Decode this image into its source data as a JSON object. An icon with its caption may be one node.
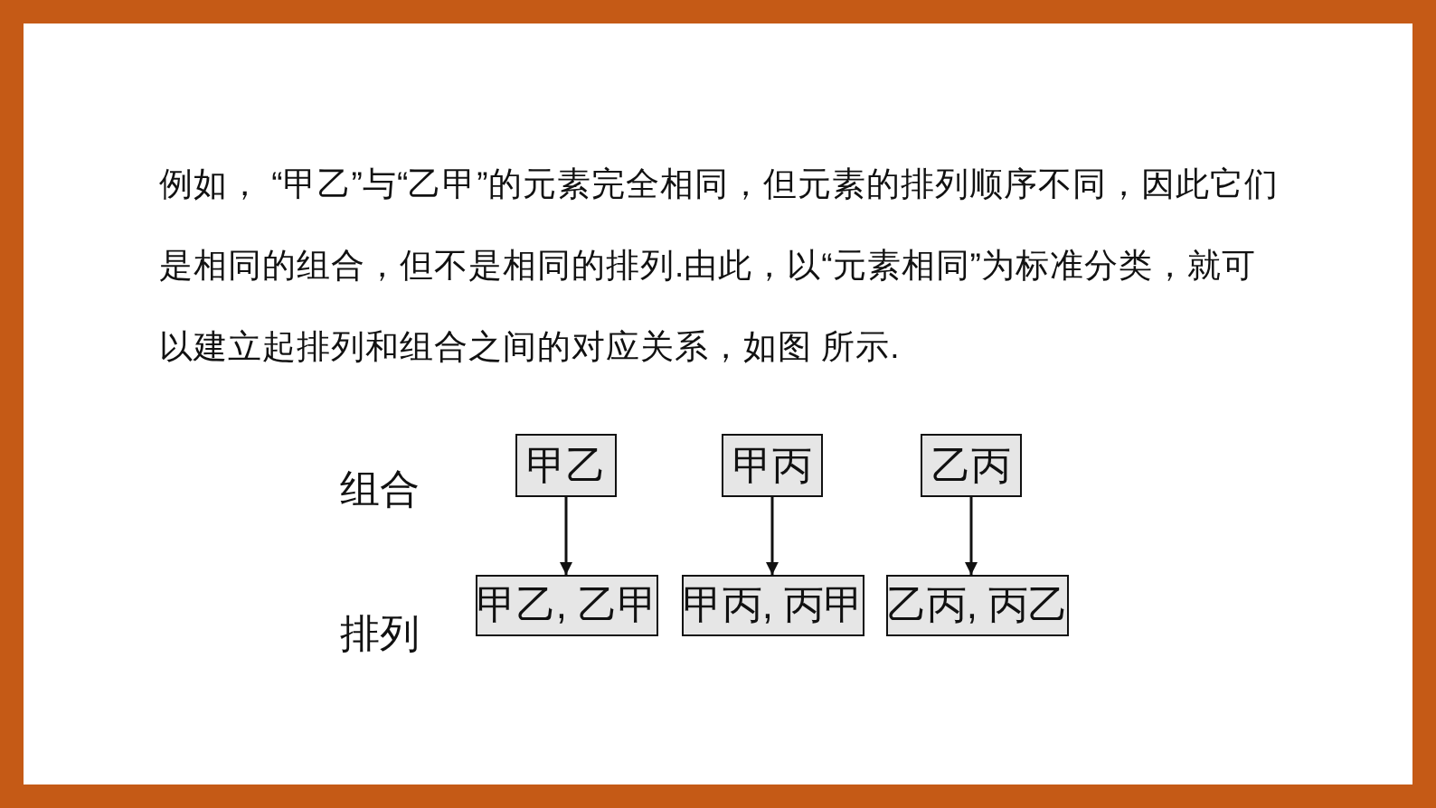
{
  "diagram": {
    "nodes": [
      {
        "text": [
          "甲乙"
        ]
      },
      {
        "text": [
          "甲丙"
        ]
      },
      {
        "text": [
          "乙丙"
        ]
      },
      {
        "text": [
          "甲乙, 乙甲"
        ]
      },
      {
        "text": [
          "甲丙, 丙甲"
        ]
      },
      {
        "text": [
          "乙丙, 丙乙"
        ]
      }
    ],
    "edges": [
      {
        "from": 0,
        "to": 3,
        "arrow": "to"
      },
      {
        "from": 1,
        "to": 4,
        "arrow": "to"
      },
      {
        "from": 2,
        "to": 5,
        "arrow": "to"
      }
    ],
    "labels": [
      "例如，  “甲乙”与“乙甲”的元素完全相同，但元素的排列顺序不同，因此它们是相同的组合，但不是相同的排列.由此，以“元素相同”为标准分类，就可以建立起排列和组合之间的对应关系，如图 所示.",
      "组合",
      "排列"
    ]
  }
}
